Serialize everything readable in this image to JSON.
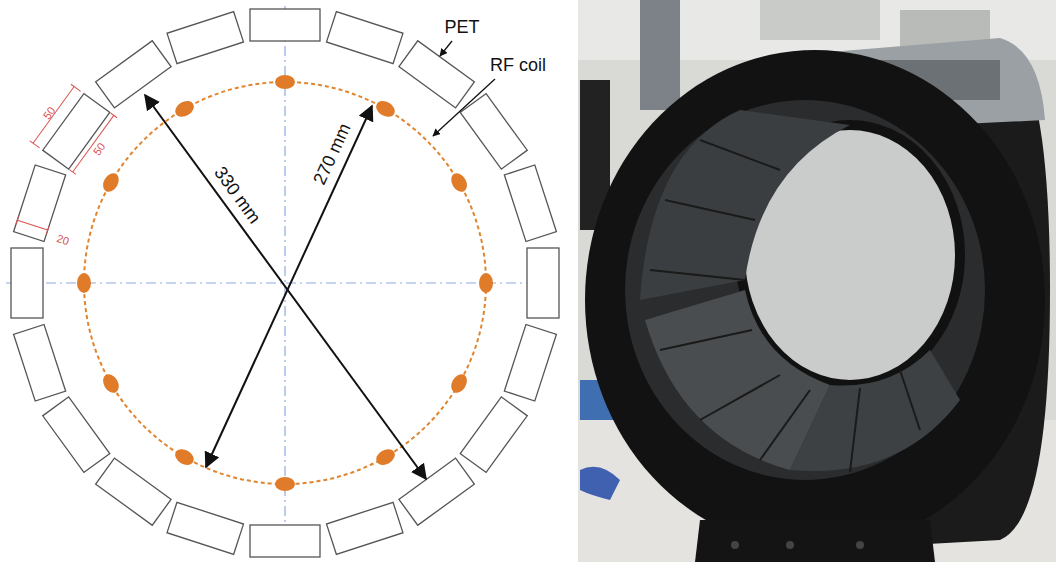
{
  "diagram": {
    "labels": [
      "PET",
      "RF coil",
      "330 mm",
      "270 mm",
      "50",
      "50",
      "20"
    ]
  }
}
